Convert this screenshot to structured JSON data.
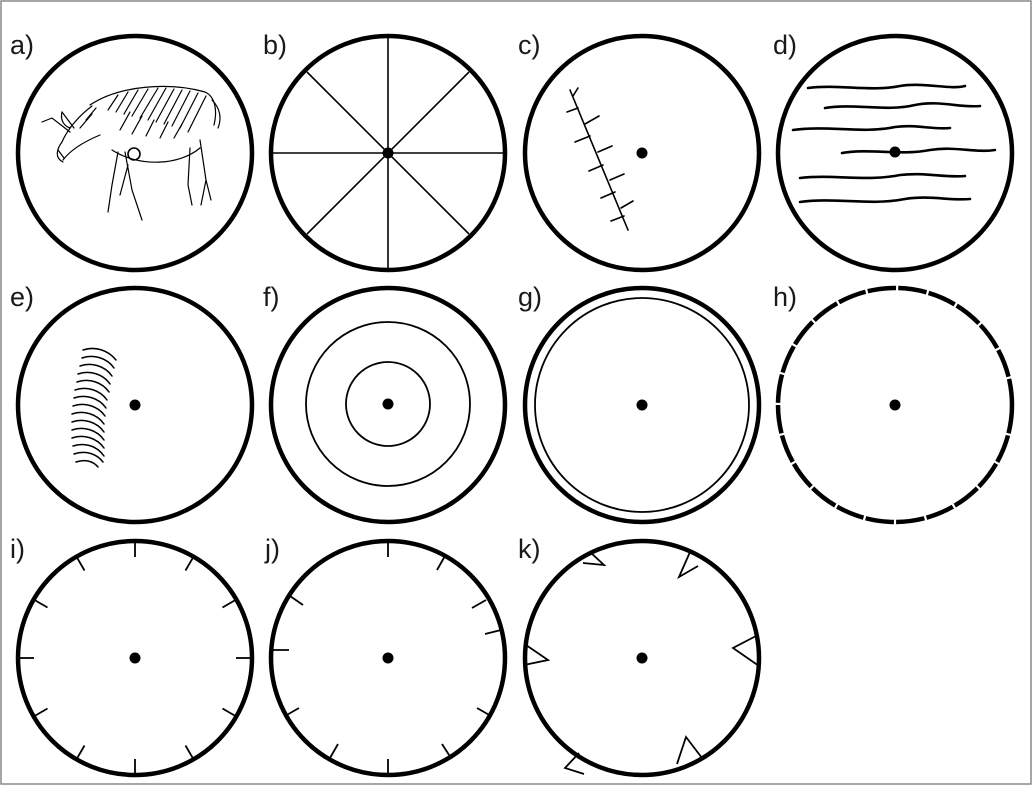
{
  "panels": [
    {
      "id": "a",
      "label": "a)",
      "motif": "animal-drawing"
    },
    {
      "id": "b",
      "label": "b)",
      "motif": "radial-lines"
    },
    {
      "id": "c",
      "label": "c)",
      "motif": "branch"
    },
    {
      "id": "d",
      "label": "d)",
      "motif": "wavy-lines"
    },
    {
      "id": "e",
      "label": "e)",
      "motif": "arc-hatching"
    },
    {
      "id": "f",
      "label": "f)",
      "motif": "concentric-circles"
    },
    {
      "id": "g",
      "label": "g)",
      "motif": "double-rim"
    },
    {
      "id": "h",
      "label": "h)",
      "motif": "notched-rim"
    },
    {
      "id": "i",
      "label": "i)",
      "motif": "tick-marks-regular"
    },
    {
      "id": "j",
      "label": "j)",
      "motif": "tick-marks-irregular"
    },
    {
      "id": "k",
      "label": "k)",
      "motif": "triangular-notches"
    }
  ],
  "colors": {
    "ink": "#000000",
    "frame": "#888888",
    "background": "#ffffff"
  }
}
